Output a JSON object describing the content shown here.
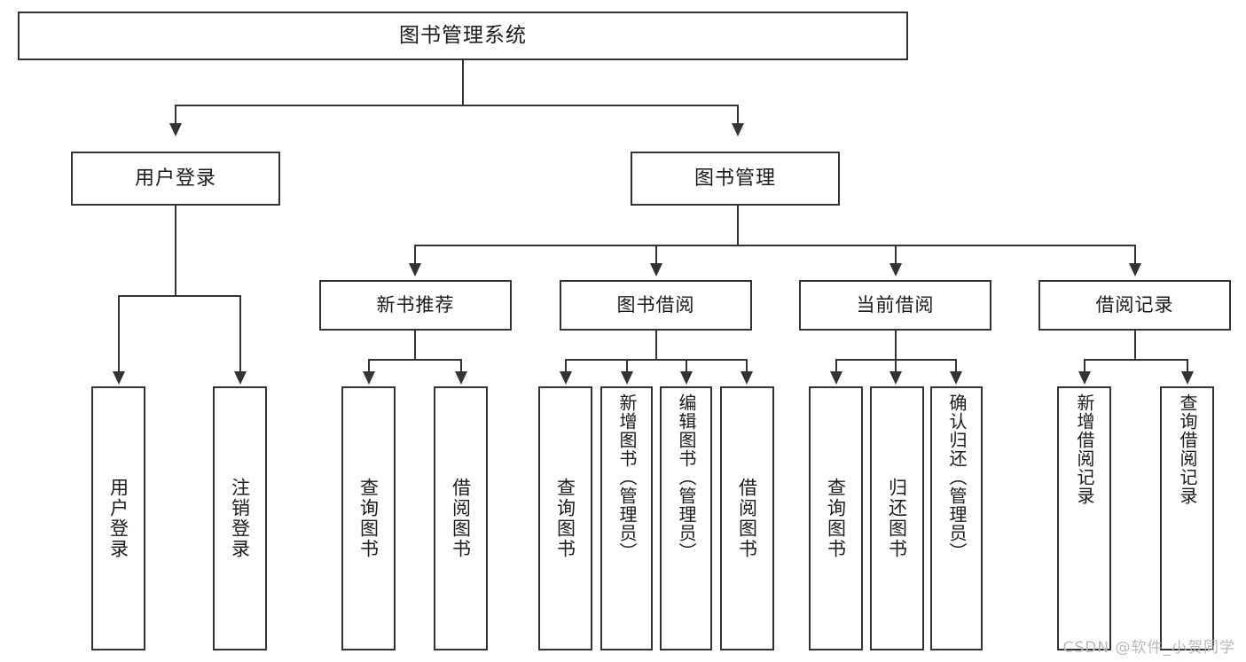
{
  "diagram": {
    "type": "tree",
    "title": "图书管理系统",
    "orientation": "top-down",
    "colors": {
      "box_border": "#333333",
      "box_fill": "#ffffff",
      "connector": "#333333",
      "text": "#1a1a1a",
      "watermark": "#b9b9b9",
      "background": "#ffffff"
    },
    "root": {
      "label": "图书管理系统"
    },
    "level2": [
      {
        "label": "用户登录"
      },
      {
        "label": "图书管理"
      }
    ],
    "level3": [
      {
        "label": "新书推荐"
      },
      {
        "label": "图书借阅"
      },
      {
        "label": "当前借阅"
      },
      {
        "label": "借阅记录"
      }
    ],
    "leaves": {
      "user_login": [
        {
          "label": "用户登录"
        },
        {
          "label": "注销登录"
        }
      ],
      "new_book": [
        {
          "label": "查询图书"
        },
        {
          "label": "借阅图书"
        }
      ],
      "book_borrow": [
        {
          "label": "查询图书"
        },
        {
          "label": "新增图书（管理员）"
        },
        {
          "label": "编辑图书（管理员）"
        },
        {
          "label": "借阅图书"
        }
      ],
      "current_borrow": [
        {
          "label": "查询图书"
        },
        {
          "label": "归还图书"
        },
        {
          "label": "确认归还（管理员）"
        }
      ],
      "borrow_record": [
        {
          "label": "新增借阅记录"
        },
        {
          "label": "查询借阅记录"
        }
      ]
    }
  },
  "watermark": {
    "text": "CSDN @软件_小贺同学"
  }
}
